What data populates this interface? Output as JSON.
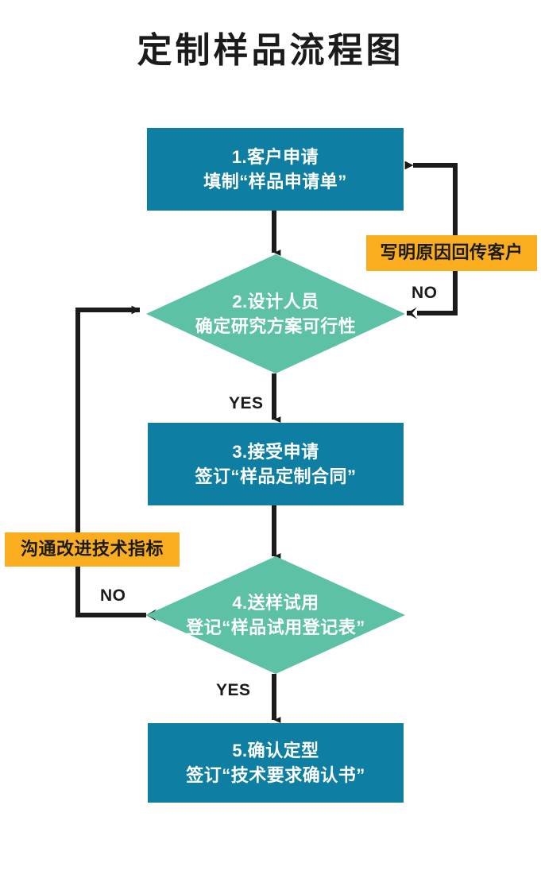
{
  "title": "定制样品流程图",
  "colors": {
    "process_fill": "#0e7ea2",
    "decision_fill": "#5cc1a5",
    "annotation_fill": "#f9ad1f",
    "connector": "#1b1b1b",
    "node_text": "#ffffff",
    "label_text": "#1b1b1b",
    "background": "#ffffff"
  },
  "nodes": [
    {
      "id": "step1",
      "shape": "process",
      "lines": [
        "1.客户申请",
        "填制“样品申请单”"
      ]
    },
    {
      "id": "step2",
      "shape": "decision",
      "lines": [
        "2.设计人员",
        "确定研究方案可行性"
      ]
    },
    {
      "id": "step3",
      "shape": "process",
      "lines": [
        "3.接受申请",
        "签订“样品定制合同”"
      ]
    },
    {
      "id": "step4",
      "shape": "decision",
      "lines": [
        "4.送样试用",
        "登记“样品试用登记表”"
      ]
    },
    {
      "id": "step5",
      "shape": "process",
      "lines": [
        "5.确认定型",
        "签订“技术要求确认书”"
      ]
    }
  ],
  "annotations": [
    {
      "id": "annot-reject",
      "text": "写明原因回传客户"
    },
    {
      "id": "annot-improve",
      "text": "沟通改进技术指标"
    }
  ],
  "edge_labels": [
    {
      "id": "edge-no-step2",
      "text": "NO"
    },
    {
      "id": "edge-yes-step2",
      "text": "YES"
    },
    {
      "id": "edge-no-step4",
      "text": "NO"
    },
    {
      "id": "edge-yes-step4",
      "text": "YES"
    }
  ]
}
